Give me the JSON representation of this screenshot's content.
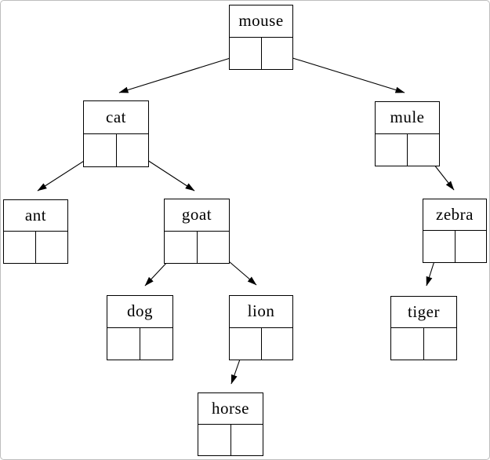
{
  "page": {
    "background_color": "#ffffff",
    "frame_border_color": "#bdbdbd",
    "line_color": "#000000"
  },
  "tree": {
    "kind": "binary-tree-of-linked-nodes",
    "root": "mouse",
    "node_shape": "label row above two pointer cells"
  },
  "nodes": [
    {
      "label": "mouse",
      "left_child": "cat",
      "right_child": "mule"
    },
    {
      "label": "cat",
      "left_child": "ant",
      "right_child": "goat"
    },
    {
      "label": "mule",
      "left_child": null,
      "right_child": "zebra"
    },
    {
      "label": "ant",
      "left_child": null,
      "right_child": null
    },
    {
      "label": "goat",
      "left_child": "dog",
      "right_child": "lion"
    },
    {
      "label": "zebra",
      "left_child": "tiger",
      "right_child": null
    },
    {
      "label": "dog",
      "left_child": null,
      "right_child": null
    },
    {
      "label": "lion",
      "left_child": "horse",
      "right_child": null
    },
    {
      "label": "tiger",
      "left_child": null,
      "right_child": null
    },
    {
      "label": "horse",
      "left_child": null,
      "right_child": null
    }
  ],
  "edges": [
    {
      "from": "mouse",
      "slot": "left",
      "to": "cat"
    },
    {
      "from": "mouse",
      "slot": "right",
      "to": "mule"
    },
    {
      "from": "cat",
      "slot": "left",
      "to": "ant"
    },
    {
      "from": "cat",
      "slot": "right",
      "to": "goat"
    },
    {
      "from": "mule",
      "slot": "right",
      "to": "zebra"
    },
    {
      "from": "goat",
      "slot": "left",
      "to": "dog"
    },
    {
      "from": "goat",
      "slot": "right",
      "to": "lion"
    },
    {
      "from": "zebra",
      "slot": "left",
      "to": "tiger"
    },
    {
      "from": "lion",
      "slot": "left",
      "to": "horse"
    }
  ]
}
